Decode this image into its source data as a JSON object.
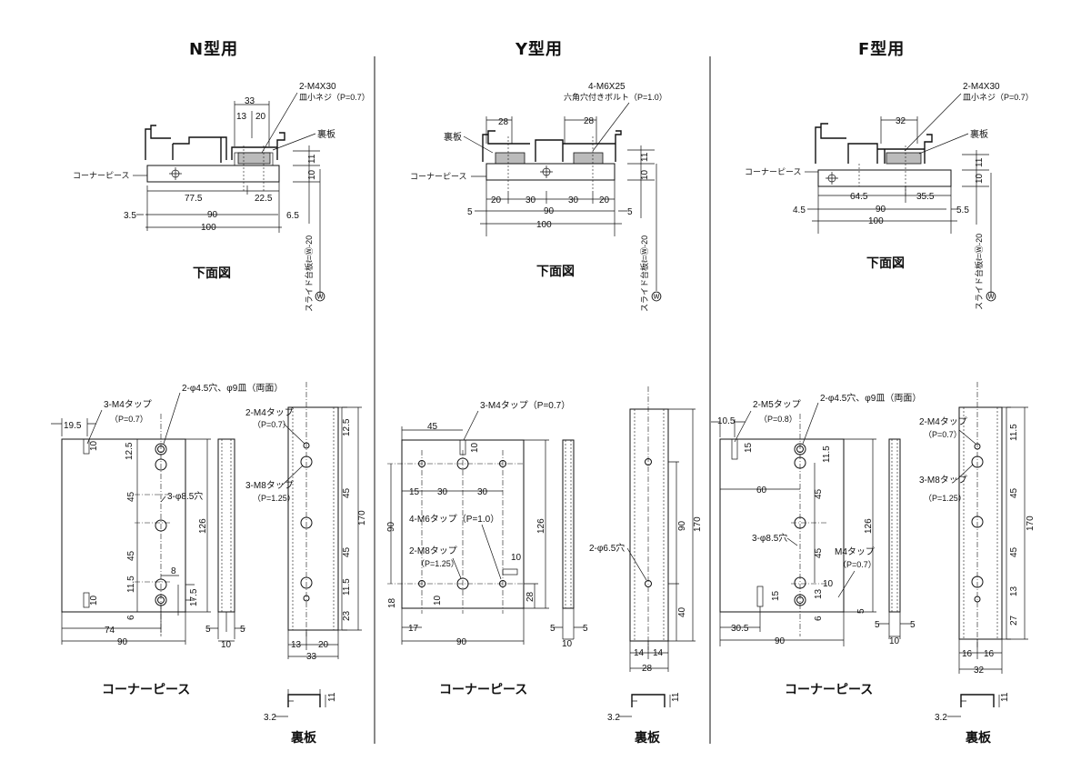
{
  "titles": {
    "n": "N型用",
    "y": "Y型用",
    "f": "F型用"
  },
  "captions": {
    "n_bottom": "下面図",
    "y_bottom": "下面図",
    "f_bottom": "下面図",
    "n_corner": "コーナーピース",
    "y_corner": "コーナーピース",
    "f_corner": "コーナーピース",
    "n_back": "裏板",
    "y_back": "裏板",
    "f_back": "裏板"
  },
  "n": {
    "screw": "2-M4X30",
    "screw2": "皿小ネジ（P=0.7）",
    "back": "裏板",
    "corner": "コーナーピース",
    "d33": "33",
    "d13": "13",
    "d20": "20",
    "d77": "77.5",
    "d22": "22.5",
    "d90": "90",
    "d100": "100",
    "d35": "3.5",
    "d65": "6.5",
    "d11": "11",
    "d10": "10",
    "d20v": "20",
    "wformula": "スライド台板ℓ=Ⓦ-20",
    "w": "Ⓦ",
    "tap3": "3-M4タップ",
    "p07": "（P=0.7）",
    "hole2": "2-φ4.5穴、φ9皿（両面）",
    "d195": "19.5",
    "d125": "12.5",
    "d45a": "45",
    "d45b": "45",
    "d115": "11.5",
    "d6": "6",
    "d10a": "10",
    "d10b": "10",
    "h3": "3-φ8.5穴",
    "d8": "8",
    "d126": "126",
    "d175": "17.5",
    "d74": "74",
    "d90b": "90",
    "d5a": "5",
    "d5b": "5",
    "d10c": "10",
    "m4": "2-M4タップ",
    "m4p": "（P=0.7）",
    "m8": "3-M8タップ",
    "m8p": "（P=1.25）",
    "b125": "12.5",
    "b45a": "45",
    "b45b": "45",
    "b115": "11.5",
    "b23": "23",
    "b170": "170",
    "b13": "13",
    "b20": "20",
    "b33": "33",
    "b32": "3.2",
    "b11": "11"
  },
  "y": {
    "bolt": "4-M6X25",
    "bolt2": "六角穴付きボルト（P=1.0）",
    "back": "裏板",
    "corner": "コーナーピース",
    "d28a": "28",
    "d28b": "28",
    "d20a": "20",
    "d30a": "30",
    "d30b": "30",
    "d20b": "20",
    "d5a": "5",
    "d5b": "5",
    "d90": "90",
    "d100": "100",
    "d11": "11",
    "d10": "10",
    "d20v": "20",
    "wformula": "スライド台板ℓ=Ⓦ-20",
    "w": "Ⓦ",
    "tap3": "3-M4タップ（P=0.7）",
    "d45": "45",
    "d10a": "10",
    "d15": "15",
    "d30c": "30",
    "d30d": "30",
    "d90v": "90",
    "m6": "4-M6タップ（P=1.0）",
    "m8": "2-M8タップ",
    "m8p": "（P=1.25）",
    "d10b": "10",
    "d18": "18",
    "d10c": "10",
    "d17": "17",
    "d90b": "90",
    "d126": "126",
    "d28": "28",
    "d5c": "5",
    "d5d": "5",
    "d10d": "10",
    "h2": "2-φ6.5穴",
    "b90": "90",
    "b170": "170",
    "b40": "40",
    "b14a": "14",
    "b14b": "14",
    "b28": "28",
    "b32": "3.2",
    "b11": "11"
  },
  "f": {
    "screw": "2-M4X30",
    "screw2": "皿小ネジ（P=0.7）",
    "back": "裏板",
    "corner": "コーナーピース",
    "d32": "32",
    "d645": "64.5",
    "d355": "35.5",
    "d45": "4.5",
    "d90": "90",
    "d55": "5.5",
    "d100": "100",
    "d11": "11",
    "d10": "10",
    "d20v": "20",
    "wformula": "スライド台板ℓ=Ⓦ-20",
    "w": "Ⓦ",
    "m5": "2-M5タップ",
    "m5p": "（P=0.8）",
    "hole2": "2-φ4.5穴、φ9皿（両面）",
    "d105": "10.5",
    "d15": "15",
    "d115": "11.5",
    "d60": "60",
    "d45a": "45",
    "d45b": "45",
    "h3": "3-φ8.5穴",
    "m4": "M4タップ",
    "m4p": "（P=0.7）",
    "d126": "126",
    "d10a": "10",
    "d13": "13",
    "d6": "6",
    "d15b": "15",
    "d5": "5",
    "d305": "30.5",
    "d90b": "90",
    "d5a": "5",
    "d5b": "5",
    "d10b": "10",
    "bm4": "2-M4タップ",
    "bm4p": "（P=0.7）",
    "bm8": "3-M8タップ",
    "bm8p": "（P=1.25）",
    "b115": "11.5",
    "b45a": "45",
    "b45b": "45",
    "b13": "13",
    "b27": "27",
    "b170": "170",
    "b16a": "16",
    "b16b": "16",
    "b32": "32",
    "b32t": "3.2",
    "b11": "11"
  }
}
